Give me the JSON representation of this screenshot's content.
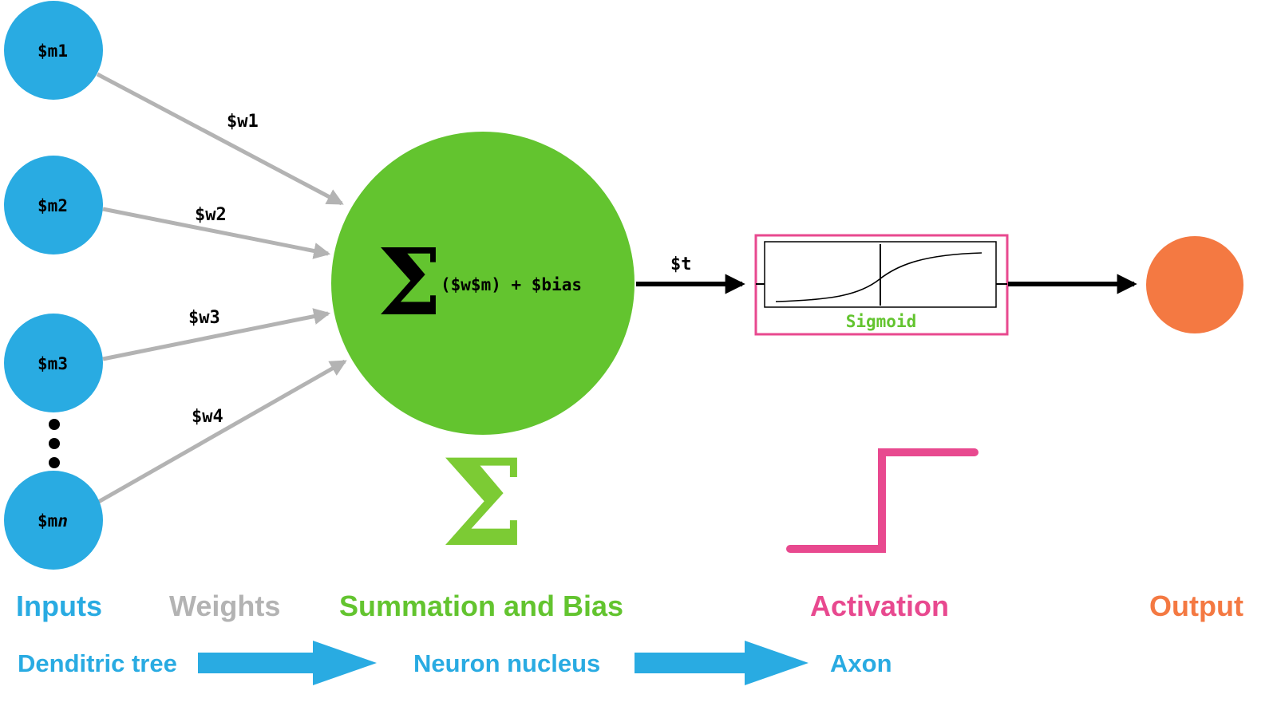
{
  "palette": {
    "blue": "#29abe2",
    "gray": "#b3b3b3",
    "green": "#63c42f",
    "green2": "#7ccb34",
    "pink": "#e8498f",
    "orange": "#f47942",
    "black": "#000000"
  },
  "inputs": {
    "node1": "$m1",
    "node2": "$m2",
    "node3": "$m3",
    "node4_prefix": "$m",
    "node4_suffix": "n"
  },
  "weights": {
    "w1": "$w1",
    "w2": "$w2",
    "w3": "$w3",
    "w4": "$w4"
  },
  "summation": {
    "sigma": "Σ",
    "formula": "($w$m) + $bias"
  },
  "signal": {
    "t_label": "$t"
  },
  "activation": {
    "block_label": "Sigmoid",
    "sigma_symbol": "Σ"
  },
  "legend": {
    "inputs": "Inputs",
    "weights": "Weights",
    "summation": "Summation and Bias",
    "activation": "Activation",
    "output": "Output"
  },
  "analogy": {
    "dendritic_tree": "Denditric tree",
    "neuron_nucleus": "Neuron nucleus",
    "axon": "Axon"
  }
}
